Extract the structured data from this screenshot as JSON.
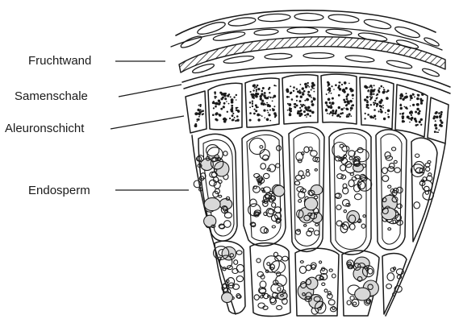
{
  "labels": [
    {
      "text": "Fruchtwand"
    },
    {
      "text": "Samenschale"
    },
    {
      "text": "Aleuronschicht"
    },
    {
      "text": "Endosperm"
    }
  ],
  "colors": {
    "ink": "#1a1a1a",
    "background": "#ffffff",
    "endosperm_grain_shade": "#d8d8d8"
  }
}
